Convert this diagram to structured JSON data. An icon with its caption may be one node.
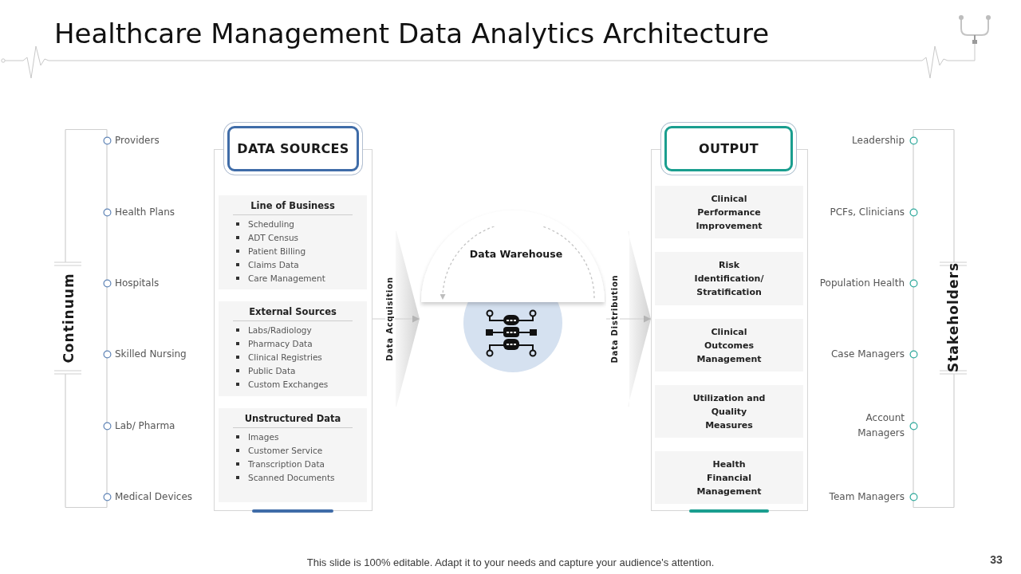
{
  "diagram": {
    "title": "Healthcare Management Data Analytics Architecture",
    "caption": "This slide is 100% editable. Adapt it to your needs and capture your audience's attention.",
    "nodes": [
      {
        "text": [
          "DATA SOURCES"
        ]
      },
      {
        "text": [
          "Line of Business",
          "Scheduling",
          "ADT Census",
          "Patient Billing",
          "Claims Data",
          "Care Management"
        ],
        "in": 0
      },
      {
        "text": [
          "External Sources",
          "Labs/Radiology",
          "Pharmacy Data",
          "Clinical Registries",
          "Public Data",
          "Custom Exchanges"
        ],
        "in": 0
      },
      {
        "text": [
          "Unstructured Data",
          "Images",
          "Customer Service",
          "Transcription Data",
          "Scanned Documents"
        ],
        "in": 0
      },
      {
        "text": [
          "Data Warehouse"
        ]
      },
      {
        "text": [
          "OUTPUT"
        ]
      },
      {
        "text": [
          "Clinical Performance Improvement"
        ],
        "in": 5
      },
      {
        "text": [
          "Risk Identification/ Stratification"
        ],
        "in": 5
      },
      {
        "text": [
          "Clinical Outcomes Management"
        ],
        "in": 5
      },
      {
        "text": [
          "Utilization and Quality Measures"
        ],
        "in": 5
      },
      {
        "text": [
          "Health Financial Management"
        ],
        "in": 5
      }
    ],
    "edges": [
      {
        "from": 0,
        "to": 4,
        "arrow": "to",
        "label": "Data Acquisition"
      },
      {
        "from": 4,
        "to": 5,
        "arrow": "to",
        "label": "Data Distribution"
      }
    ],
    "labels": [
      "Continuum",
      "Providers",
      "Health Plans",
      "Hospitals",
      "Skilled Nursing",
      "Lab/ Pharma",
      "Medical Devices",
      "Stakeholders",
      "Leadership",
      "PCFs, Clinicians",
      "Population Health",
      "Case Managers",
      "Account Managers",
      "Team Managers",
      "33"
    ]
  }
}
